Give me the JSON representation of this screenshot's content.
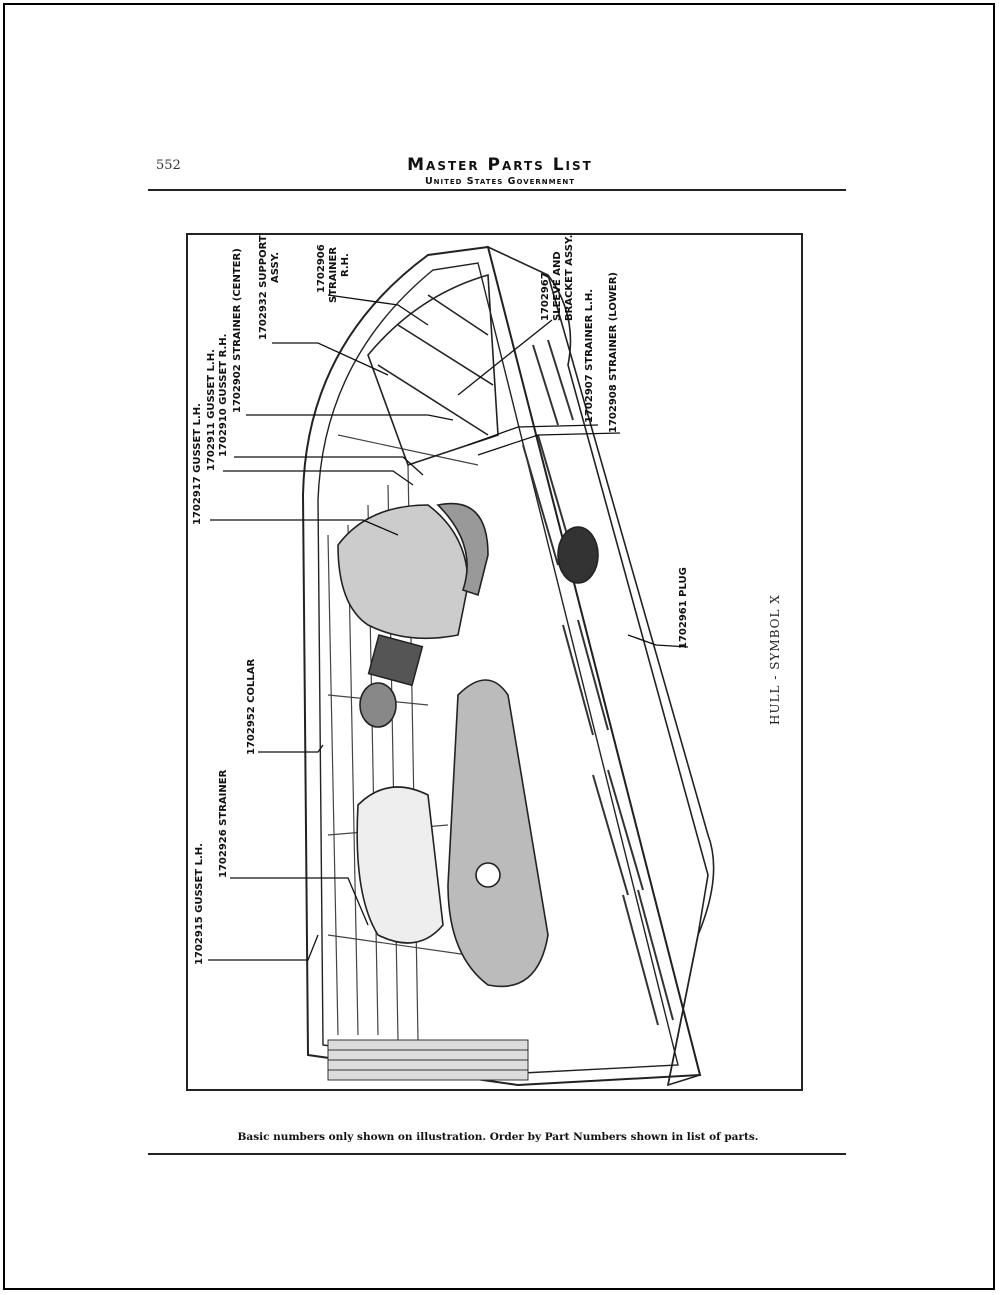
{
  "header": {
    "page_number": "552",
    "title": "Master Parts List",
    "subtitle": "United States Government"
  },
  "figure": {
    "caption": "HULL - SYMBOL X",
    "callouts": {
      "p1702917": "1702917 GUSSET L.H.",
      "p1702911": "1702911 GUSSET L.H.",
      "p1702910": "1702910 GUSSET R.H.",
      "p1702902": "1702902 STRAINER (CENTER)",
      "p1702932_line1": "1702932 SUPPORT",
      "p1702932_line2": "ASSY.",
      "p1702906_line1": "1702906",
      "p1702906_line2": "STRAINER",
      "p1702906_line3": "R.H.",
      "p1702967_line1": "1702967",
      "p1702967_line2": "SLEEVE   AND",
      "p1702967_line3": "BRACKET ASSY.",
      "p1702907": "1702907 STRAINER L.H.",
      "p1702908": "1702908 STRAINER (LOWER)",
      "p1702961": "1702961 PLUG",
      "p1702952": "1702952 COLLAR",
      "p1702926": "1702926 STRAINER",
      "p1702915": "1702915 GUSSET L.H."
    }
  },
  "footer": {
    "note": "Basic numbers only shown on illustration.  Order by Part Numbers shown in list of parts."
  }
}
